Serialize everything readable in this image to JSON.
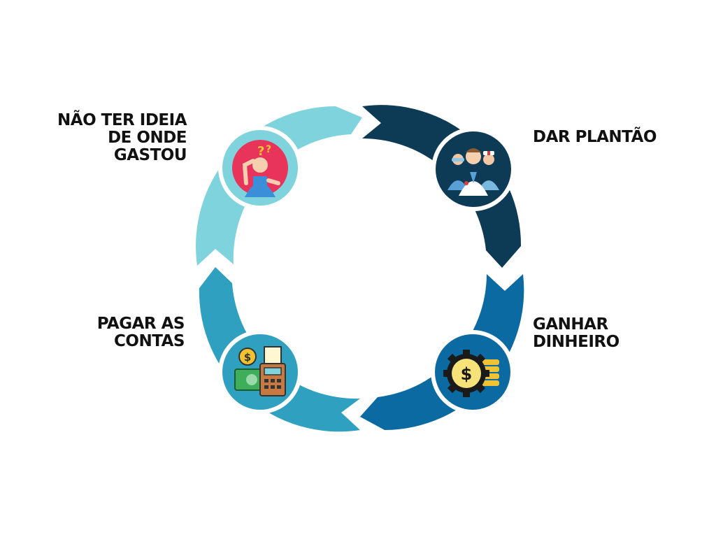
{
  "steps": [
    {
      "id": "dar-plantao",
      "label": "DAR PLANTÃO",
      "icon": "medical-team-icon",
      "color": "#0d3b55"
    },
    {
      "id": "ganhar-dinheiro",
      "label": "GANHAR\nDINHEIRO",
      "icon": "money-gear-icon",
      "color": "#0a6aa1"
    },
    {
      "id": "pagar-contas",
      "label": "PAGAR AS\nCONTAS",
      "icon": "bill-payment-icon",
      "color": "#2fa0c0"
    },
    {
      "id": "nao-ter-ideia",
      "label": "NÃO TER IDEIA\nDE ONDE\nGASTOU",
      "icon": "confused-person-icon",
      "color": "#7fd3dc"
    }
  ],
  "colors": {
    "background": "#ffffff",
    "text": "#111111",
    "icon_ring": "#ffffff"
  }
}
